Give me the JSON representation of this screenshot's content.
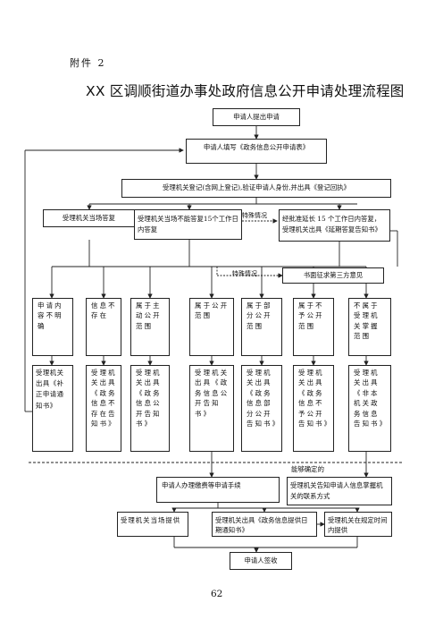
{
  "header": {
    "attachment": "附件 2",
    "title": "XX 区调顺街道办事处政府信息公开申请处理流程图"
  },
  "steps": {
    "submit": "申请人提出申请",
    "fill_form": "申请人填写《政务信息公开申请表》",
    "register": "受理机关登记(含网上登记),验证申请人身份,并出具《登记回执》",
    "reply_on_spot": "受理机关当场答复",
    "cannot_reply_15": "受理机关当场不能答复15个工作日内答复",
    "extend_15": "经批准延长 15 个工作日内答复，受理机关出具《延期答复告知书》",
    "third_party": "书面征求第三方意见",
    "categories": [
      "申请内容不明确",
      "信息不存在",
      "属于主动公开范围",
      "属于公开范围",
      "属于部分公开范围",
      "属于不予公开范围",
      "不属于受理机关掌握范围"
    ],
    "notices": [
      "受理机关出具《补正申请通知书》",
      "受理机关出具《政务信息不存在告知书》",
      "受理机关出具《政务信息公开告知书》",
      "受理机关出具《政务信息公开告知书》",
      "受理机关出具《政务信息部分公开告知书》",
      "受理机关出具《政务信息不予公开告知书》",
      "受理机关出具《非本机关政务信息告知书》"
    ],
    "can_determine": "能够确定的",
    "pay_fees": "申请人办理缴费等申请手续",
    "inform_contact": "受理机关告知申请人信息掌握机关的联系方式",
    "provide_on_spot": "受理机关当场提供",
    "provide_date_notice": "受理机关出具《政务信息提供日期通知书》",
    "provide_in_time": "受理机关在规定时间内提供",
    "sign_receipt": "申请人签收"
  },
  "notes": {
    "special_1": "特殊情况",
    "special_2": "特殊情况"
  },
  "footer": {
    "page_number": "62"
  }
}
